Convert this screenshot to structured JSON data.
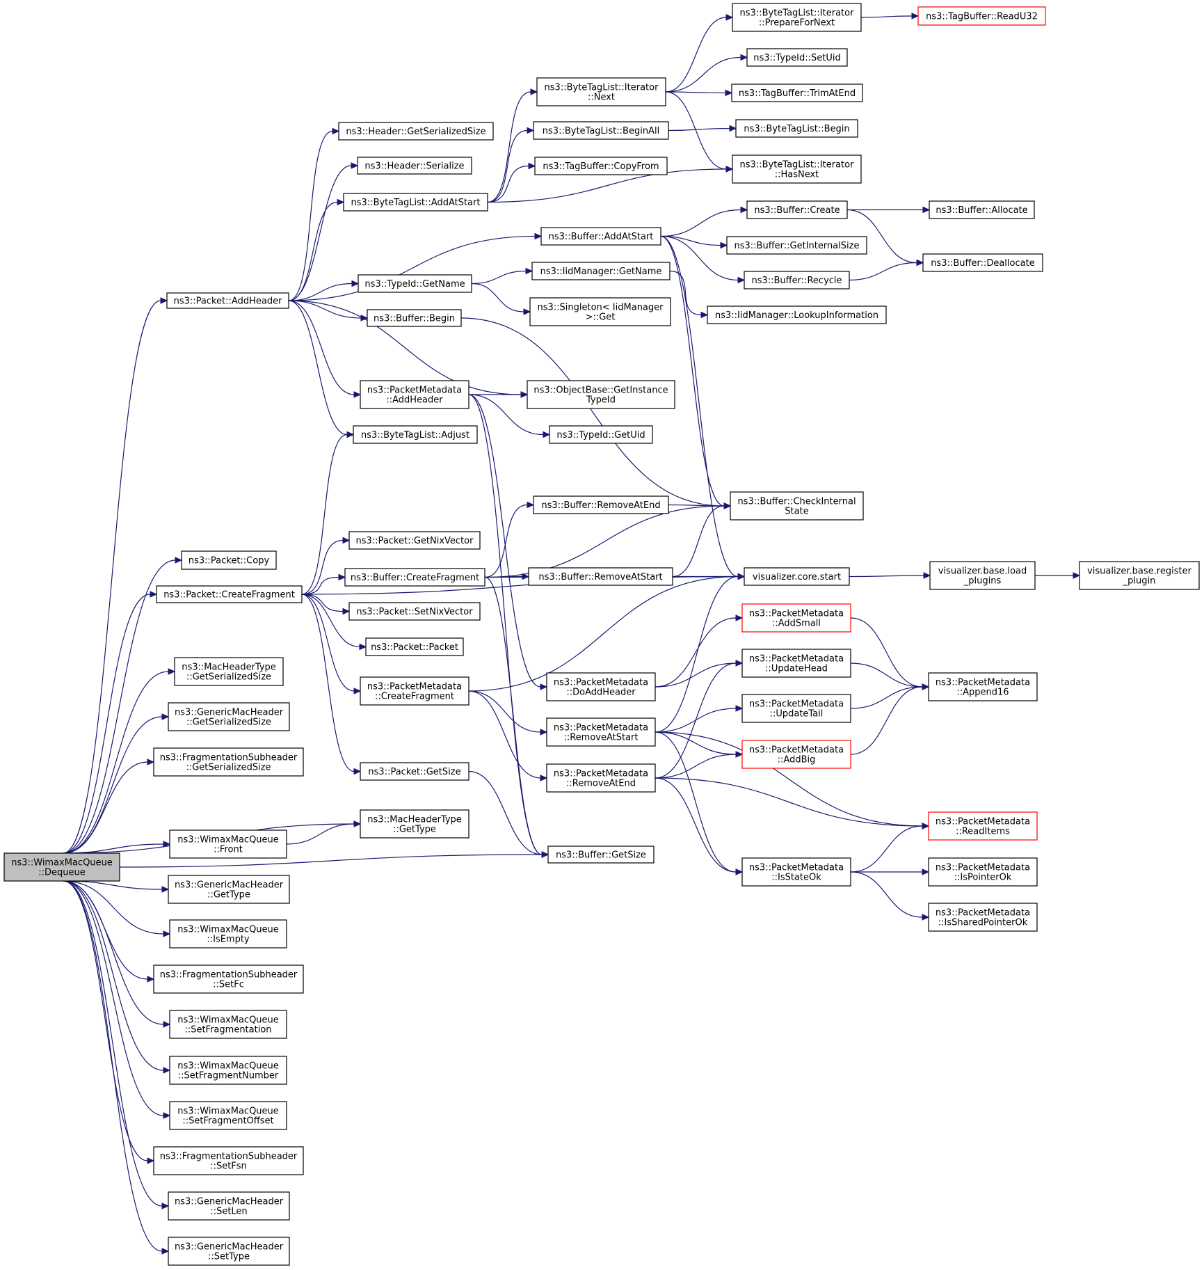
{
  "diagram": {
    "type": "call-graph",
    "nodes": [
      {
        "id": "dequeue",
        "lines": [
          "ns3::WimaxMacQueue",
          "::Dequeue"
        ],
        "highlight": true
      },
      {
        "id": "addheader",
        "lines": [
          "ns3::Packet::AddHeader"
        ]
      },
      {
        "id": "copy",
        "lines": [
          "ns3::Packet::Copy"
        ]
      },
      {
        "id": "createfragment",
        "lines": [
          "ns3::Packet::CreateFragment"
        ]
      },
      {
        "id": "macheadertype_gss",
        "lines": [
          "ns3::MacHeaderType",
          "::GetSerializedSize"
        ]
      },
      {
        "id": "genericmac_gss",
        "lines": [
          "ns3::GenericMacHeader",
          "::GetSerializedSize"
        ]
      },
      {
        "id": "fragsub_gss",
        "lines": [
          "ns3::FragmentationSubheader",
          "::GetSerializedSize"
        ]
      },
      {
        "id": "wmq_front",
        "lines": [
          "ns3::WimaxMacQueue",
          "::Front"
        ]
      },
      {
        "id": "genericmac_gettype",
        "lines": [
          "ns3::GenericMacHeader",
          "::GetType"
        ]
      },
      {
        "id": "wmq_isempty",
        "lines": [
          "ns3::WimaxMacQueue",
          "::IsEmpty"
        ]
      },
      {
        "id": "fragsub_setfc",
        "lines": [
          "ns3::FragmentationSubheader",
          "::SetFc"
        ]
      },
      {
        "id": "wmq_setfragmentation",
        "lines": [
          "ns3::WimaxMacQueue",
          "::SetFragmentation"
        ]
      },
      {
        "id": "wmq_setfragnum",
        "lines": [
          "ns3::WimaxMacQueue",
          "::SetFragmentNumber"
        ]
      },
      {
        "id": "wmq_setfragoff",
        "lines": [
          "ns3::WimaxMacQueue",
          "::SetFragmentOffset"
        ]
      },
      {
        "id": "fragsub_setfsn",
        "lines": [
          "ns3::FragmentationSubheader",
          "::SetFsn"
        ]
      },
      {
        "id": "genericmac_setlen",
        "lines": [
          "ns3::GenericMacHeader",
          "::SetLen"
        ]
      },
      {
        "id": "genericmac_settype",
        "lines": [
          "ns3::GenericMacHeader",
          "::SetType"
        ]
      },
      {
        "id": "header_gss",
        "lines": [
          "ns3::Header::GetSerializedSize"
        ]
      },
      {
        "id": "header_serialize",
        "lines": [
          "ns3::Header::Serialize"
        ]
      },
      {
        "id": "btl_addatstart",
        "lines": [
          "ns3::ByteTagList::AddAtStart"
        ]
      },
      {
        "id": "typeid_getname",
        "lines": [
          "ns3::TypeId::GetName"
        ]
      },
      {
        "id": "buffer_begin",
        "lines": [
          "ns3::Buffer::Begin"
        ]
      },
      {
        "id": "pm_addheader",
        "lines": [
          "ns3::PacketMetadata",
          "::AddHeader"
        ]
      },
      {
        "id": "btl_adjust",
        "lines": [
          "ns3::ByteTagList::Adjust"
        ]
      },
      {
        "id": "packet_getnixvector",
        "lines": [
          "ns3::Packet::GetNixVector"
        ]
      },
      {
        "id": "packet_setnixvector",
        "lines": [
          "ns3::Packet::SetNixVector"
        ]
      },
      {
        "id": "packet_packet",
        "lines": [
          "ns3::Packet::Packet"
        ]
      },
      {
        "id": "pm_createfragment",
        "lines": [
          "ns3::PacketMetadata",
          "::CreateFragment"
        ]
      },
      {
        "id": "packet_getsize",
        "lines": [
          "ns3::Packet::GetSize"
        ]
      },
      {
        "id": "macheadertype_gettype",
        "lines": [
          "ns3::MacHeaderType",
          "::GetType"
        ]
      },
      {
        "id": "btli_next",
        "lines": [
          "ns3::ByteTagList::Iterator",
          "::Next"
        ]
      },
      {
        "id": "btl_beginall",
        "lines": [
          "ns3::ByteTagList::BeginAll"
        ]
      },
      {
        "id": "tagbuffer_copyfrom",
        "lines": [
          "ns3::TagBuffer::CopyFrom"
        ]
      },
      {
        "id": "buffer_addatstart",
        "lines": [
          "ns3::Buffer::AddAtStart"
        ]
      },
      {
        "id": "iidmanager_getname",
        "lines": [
          "ns3::IidManager::GetName"
        ]
      },
      {
        "id": "singleton_get",
        "lines": [
          "ns3::Singleton< IidManager",
          ">::Get"
        ]
      },
      {
        "id": "objectbase_getinstancetypeid",
        "lines": [
          "ns3::ObjectBase::GetInstance",
          "TypeId"
        ]
      },
      {
        "id": "typeid_getuid",
        "lines": [
          "ns3::TypeId::GetUid"
        ]
      },
      {
        "id": "buffer_removeatend",
        "lines": [
          "ns3::Buffer::RemoveAtEnd"
        ]
      },
      {
        "id": "buffer_createfragment",
        "lines": [
          "ns3::Buffer::CreateFragment"
        ]
      },
      {
        "id": "buffer_removeatstart",
        "lines": [
          "ns3::Buffer::RemoveAtStart"
        ]
      },
      {
        "id": "pm_doaddheader",
        "lines": [
          "ns3::PacketMetadata",
          "::DoAddHeader"
        ]
      },
      {
        "id": "pm_removeatstart",
        "lines": [
          "ns3::PacketMetadata",
          "::RemoveAtStart"
        ]
      },
      {
        "id": "pm_removeatend",
        "lines": [
          "ns3::PacketMetadata",
          "::RemoveAtEnd"
        ]
      },
      {
        "id": "buffer_getsize",
        "lines": [
          "ns3::Buffer::GetSize"
        ]
      },
      {
        "id": "btli_prepareforNext",
        "lines": [
          "ns3::ByteTagList::Iterator",
          "::PrepareForNext"
        ]
      },
      {
        "id": "typeid_setuid",
        "lines": [
          "ns3::TypeId::SetUid"
        ]
      },
      {
        "id": "tagbuffer_trimatend",
        "lines": [
          "ns3::TagBuffer::TrimAtEnd"
        ]
      },
      {
        "id": "btl_begin",
        "lines": [
          "ns3::ByteTagList::Begin"
        ]
      },
      {
        "id": "btli_hasnext",
        "lines": [
          "ns3::ByteTagList::Iterator",
          "::HasNext"
        ]
      },
      {
        "id": "buffer_create",
        "lines": [
          "ns3::Buffer::Create"
        ]
      },
      {
        "id": "buffer_getinternalsize",
        "lines": [
          "ns3::Buffer::GetInternalSize"
        ]
      },
      {
        "id": "buffer_recycle",
        "lines": [
          "ns3::Buffer::Recycle"
        ]
      },
      {
        "id": "iidmanager_lookupinformation",
        "lines": [
          "ns3::IidManager::LookupInformation"
        ]
      },
      {
        "id": "buffer_checkinternalstate",
        "lines": [
          "ns3::Buffer::CheckInternal",
          "State"
        ]
      },
      {
        "id": "visualizer_core_start",
        "lines": [
          "visualizer.core.start"
        ]
      },
      {
        "id": "pm_addsmall",
        "lines": [
          "ns3::PacketMetadata",
          "::AddSmall"
        ],
        "red": true
      },
      {
        "id": "pm_updatehead",
        "lines": [
          "ns3::PacketMetadata",
          "::UpdateHead"
        ]
      },
      {
        "id": "pm_updatetail",
        "lines": [
          "ns3::PacketMetadata",
          "::UpdateTail"
        ]
      },
      {
        "id": "pm_addbig",
        "lines": [
          "ns3::PacketMetadata",
          "::AddBig"
        ],
        "red": true
      },
      {
        "id": "pm_isstateok",
        "lines": [
          "ns3::PacketMetadata",
          "::IsStateOk"
        ]
      },
      {
        "id": "tagbuffer_readu32",
        "lines": [
          "ns3::TagBuffer::ReadU32"
        ],
        "red": true
      },
      {
        "id": "buffer_allocate",
        "lines": [
          "ns3::Buffer::Allocate"
        ]
      },
      {
        "id": "buffer_deallocate",
        "lines": [
          "ns3::Buffer::Deallocate"
        ]
      },
      {
        "id": "vis_load_plugins",
        "lines": [
          "visualizer.base.load",
          "_plugins"
        ]
      },
      {
        "id": "pm_append16",
        "lines": [
          "ns3::PacketMetadata",
          "::Append16"
        ]
      },
      {
        "id": "pm_readitems",
        "lines": [
          "ns3::PacketMetadata",
          "::ReadItems"
        ],
        "red": true
      },
      {
        "id": "pm_ispointerok",
        "lines": [
          "ns3::PacketMetadata",
          "::IsPointerOk"
        ]
      },
      {
        "id": "pm_issharedpointerok",
        "lines": [
          "ns3::PacketMetadata",
          "::IsSharedPointerOk"
        ]
      },
      {
        "id": "vis_register_plugin",
        "lines": [
          "visualizer.base.register",
          "_plugin"
        ]
      }
    ]
  }
}
